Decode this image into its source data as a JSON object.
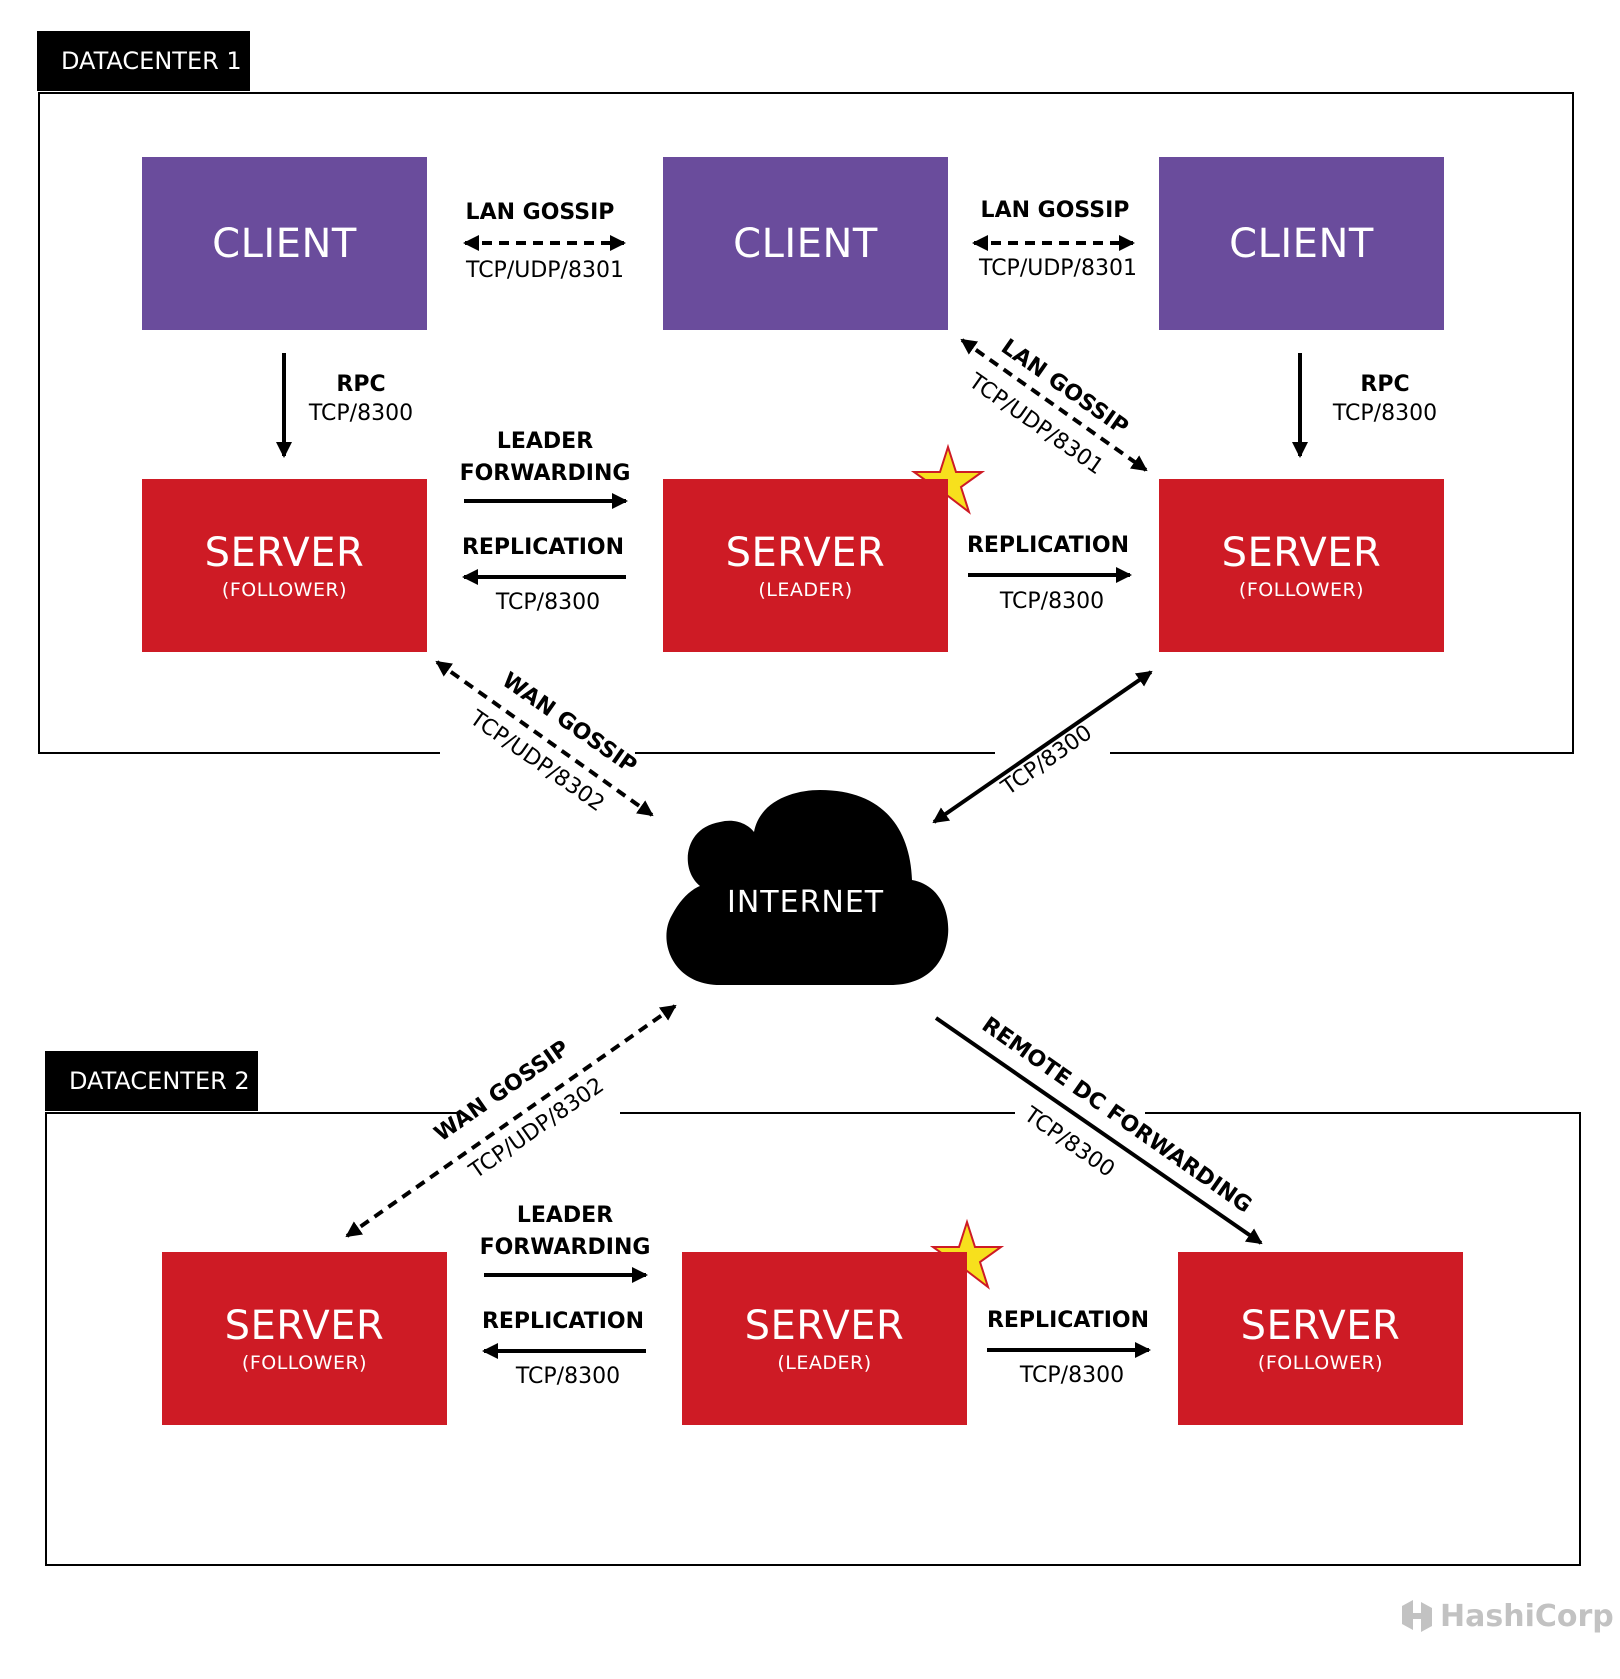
{
  "datacenter1": {
    "label": "DATACENTER 1",
    "clients": [
      {
        "title": "CLIENT"
      },
      {
        "title": "CLIENT"
      },
      {
        "title": "CLIENT"
      }
    ],
    "servers": [
      {
        "title": "SERVER",
        "role": "(FOLLOWER)"
      },
      {
        "title": "SERVER",
        "role": "(LEADER)"
      },
      {
        "title": "SERVER",
        "role": "(FOLLOWER)"
      }
    ],
    "links": {
      "lan_gossip_left": {
        "name": "LAN GOSSIP",
        "port": "TCP/UDP/8301"
      },
      "lan_gossip_right": {
        "name": "LAN GOSSIP",
        "port": "TCP/UDP/8301"
      },
      "lan_gossip_diag": {
        "name": "LAN GOSSIP",
        "port": "TCP/UDP/8301"
      },
      "rpc_left": {
        "name": "RPC",
        "port": "TCP/8300"
      },
      "rpc_right": {
        "name": "RPC",
        "port": "TCP/8300"
      },
      "leader_forwarding": {
        "name_line1": "LEADER",
        "name_line2": "FORWARDING"
      },
      "replication_left": {
        "name": "REPLICATION",
        "port": "TCP/8300"
      },
      "replication_right": {
        "name": "REPLICATION",
        "port": "TCP/8300"
      },
      "wan_gossip": {
        "name": "WAN GOSSIP",
        "port": "TCP/UDP/8302"
      },
      "internet_link": {
        "port": "TCP/8300"
      }
    }
  },
  "internet": {
    "label": "INTERNET"
  },
  "datacenter2": {
    "label": "DATACENTER 2",
    "servers": [
      {
        "title": "SERVER",
        "role": "(FOLLOWER)"
      },
      {
        "title": "SERVER",
        "role": "(LEADER)"
      },
      {
        "title": "SERVER",
        "role": "(FOLLOWER)"
      }
    ],
    "links": {
      "wan_gossip": {
        "name": "WAN GOSSIP",
        "port": "TCP/UDP/8302"
      },
      "remote_dc_forwarding": {
        "name": "REMOTE DC FORWARDING",
        "port": "TCP/8300"
      },
      "leader_forwarding": {
        "name_line1": "LEADER",
        "name_line2": "FORWARDING"
      },
      "replication_left": {
        "name": "REPLICATION",
        "port": "TCP/8300"
      },
      "replication_right": {
        "name": "REPLICATION",
        "port": "TCP/8300"
      }
    }
  },
  "branding": {
    "logo_text": "HashiCorp",
    "icon": "hashicorp-logo-icon"
  },
  "colors": {
    "client": "#6a4c9c",
    "server": "#ce1b25",
    "leader_star": "#f7e01d",
    "frame": "#000000"
  }
}
